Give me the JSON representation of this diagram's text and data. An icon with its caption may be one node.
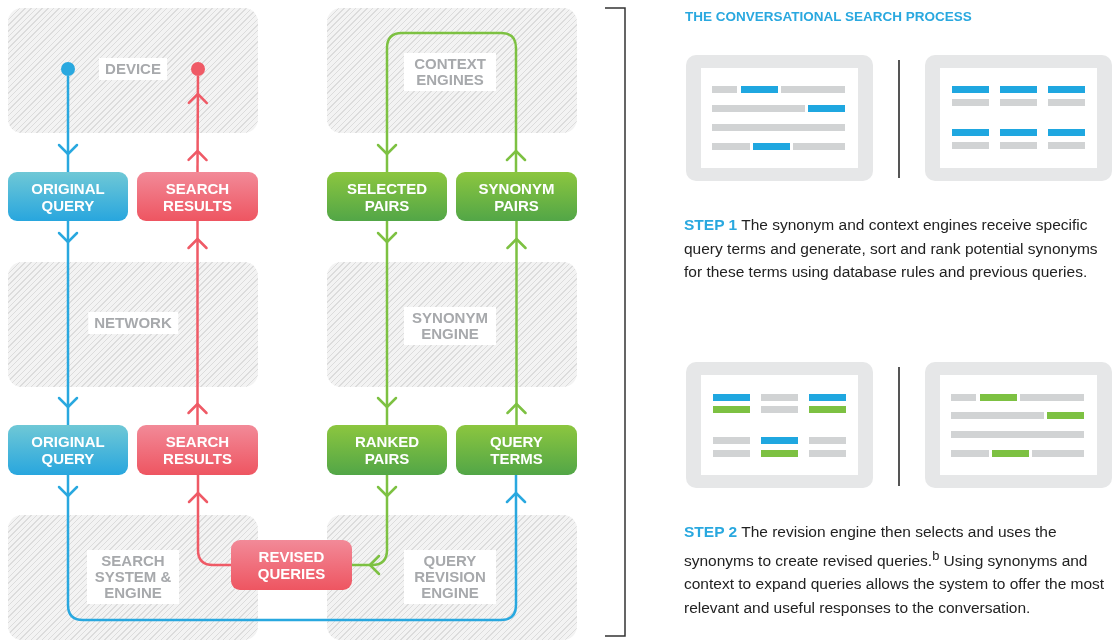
{
  "diagram": {
    "title": "THE CONVERSATIONAL SEARCH PROCESS",
    "nodes": [
      {
        "text": [],
        "shape": "circle"
      },
      {
        "text": [],
        "shape": "circle"
      },
      {
        "text": [
          "ORIGINAL QUERY"
        ]
      },
      {
        "text": [
          "SEARCH RESULTS"
        ]
      },
      {
        "text": [
          "SELECTED PAIRS"
        ]
      },
      {
        "text": [
          "SYNONYM PAIRS"
        ]
      },
      {
        "text": [
          "ORIGINAL QUERY"
        ]
      },
      {
        "text": [
          "SEARCH RESULTS"
        ]
      },
      {
        "text": [
          "RANKED PAIRS"
        ]
      },
      {
        "text": [
          "QUERY TERMS"
        ]
      },
      {
        "text": [
          "REVISED QUERIES"
        ]
      }
    ],
    "edges": [
      {
        "from": 0,
        "to": 2,
        "arrow": "to",
        "color": "#29a8df"
      },
      {
        "from": 2,
        "to": 6,
        "arrow": "to",
        "color": "#29a8df"
      },
      {
        "from": 6,
        "to": 9,
        "arrow": "to",
        "color": "#29a8df"
      },
      {
        "from": 9,
        "to": 5,
        "arrow": "to",
        "color": "#7dc142"
      },
      {
        "from": 5,
        "to": 4,
        "arrow": "to",
        "color": "#7dc142"
      },
      {
        "from": 4,
        "to": 8,
        "arrow": "to",
        "color": "#7dc142"
      },
      {
        "from": 8,
        "to": 10,
        "arrow": "to",
        "color": "#7dc142"
      },
      {
        "from": 10,
        "to": 7,
        "arrow": "to",
        "color": "#ef5a66"
      },
      {
        "from": 7,
        "to": 3,
        "arrow": "to",
        "color": "#ef5a66"
      },
      {
        "from": 3,
        "to": 1,
        "arrow": "to",
        "color": "#ef5a66"
      }
    ],
    "labels": [
      "DEVICE",
      "CONTEXT ENGINES",
      "NETWORK",
      "SYNONYM ENGINE",
      "SEARCH SYSTEM & ENGINE",
      "QUERY REVISION ENGINE",
      "**STEP 1** The synonym and context engines receive specific query terms and generate, sort and rank potential synonyms for these terms using database rules and previous queries.",
      "**STEP 2** The revision engine then selects and uses the synonyms to create revised queries.$^{b}$ Using synonyms and context to expand queries allows the system to offer the most relevant and useful responses to the conversation."
    ]
  }
}
